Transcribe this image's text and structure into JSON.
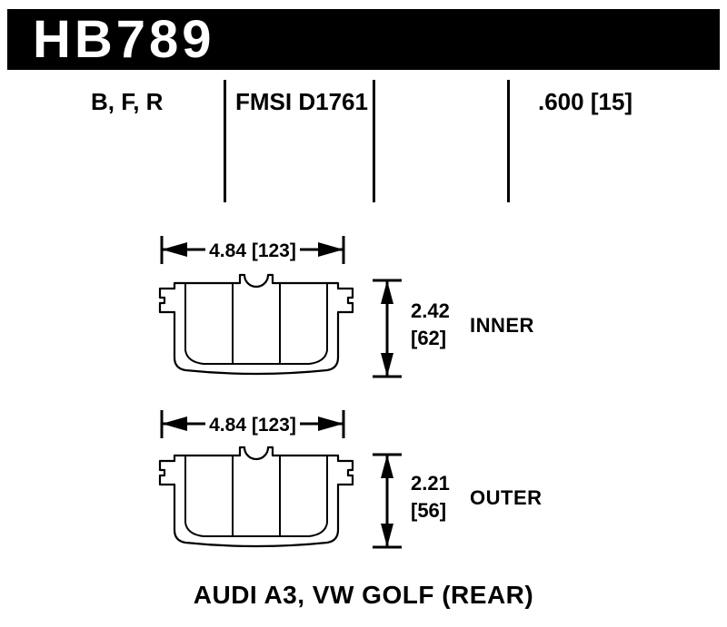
{
  "header": {
    "part_number": "HB789"
  },
  "spec_row": {
    "compounds": "B, F, R",
    "fmsi": "FMSI D1761",
    "thickness": ".600 [15]"
  },
  "diagrams": [
    {
      "id": "inner",
      "width_dim": "4.84 [123]",
      "height_dim_in": "2.42",
      "height_dim_mm": "[62]",
      "label": "INNER"
    },
    {
      "id": "outer",
      "width_dim": "4.84 [123]",
      "height_dim_in": "2.21",
      "height_dim_mm": "[56]",
      "label": "OUTER"
    }
  ],
  "application": "AUDI A3, VW GOLF (REAR)",
  "colors": {
    "ink": "#000000",
    "background": "#ffffff"
  }
}
